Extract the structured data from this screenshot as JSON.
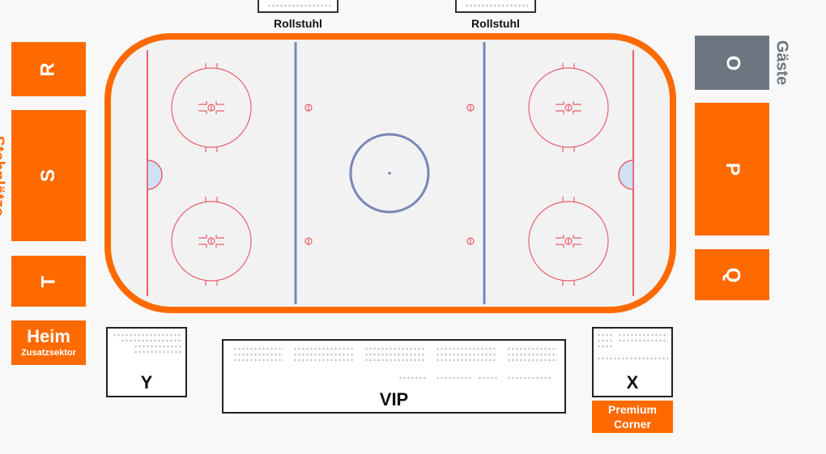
{
  "sections": {
    "r": "R",
    "s": "S",
    "t": "T",
    "o": "O",
    "p": "P",
    "q": "Q",
    "heim": "Heim",
    "zusatzsektor": "Zusatzsektor",
    "y": "Y",
    "x": "X",
    "vip": "VIP",
    "premium_line1": "Premium",
    "premium_line2": "Corner",
    "rollstuhl_left": "Rollstuhl",
    "rollstuhl_right": "Rollstuhl",
    "stehplatze": "Stehplätze",
    "gaste": "Gäste"
  },
  "colors": {
    "home": "#ff6a00",
    "guest": "#6b7680",
    "rink_border": "#ff6a00",
    "ice": "#f2f2f3",
    "blue_line": "#7a86b8",
    "red_line": "#e8606a"
  }
}
